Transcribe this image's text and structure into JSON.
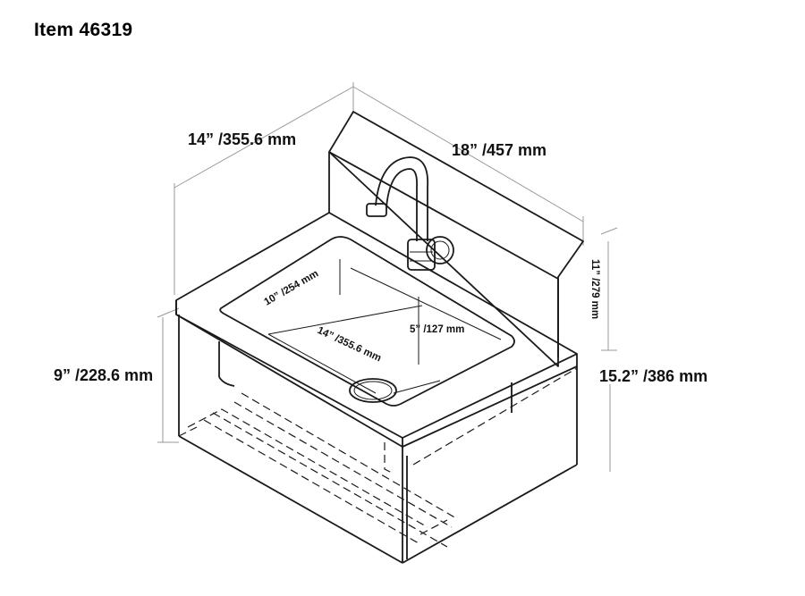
{
  "title": "Item 46319",
  "dimensions": {
    "depth": "14” /355.6 mm",
    "width": "18” /457 mm",
    "backsplash_height": "11” /279 mm",
    "total_height": "15.2” /386 mm",
    "front_height": "9” /228.6 mm",
    "bowl_front_to_back": "10” /254 mm",
    "bowl_width": "14” /355.6 mm",
    "bowl_depth": "5” /127 mm"
  },
  "colors": {
    "line": "#1a1a1a",
    "dimension_line": "#9a9a9a",
    "background": "#ffffff"
  }
}
